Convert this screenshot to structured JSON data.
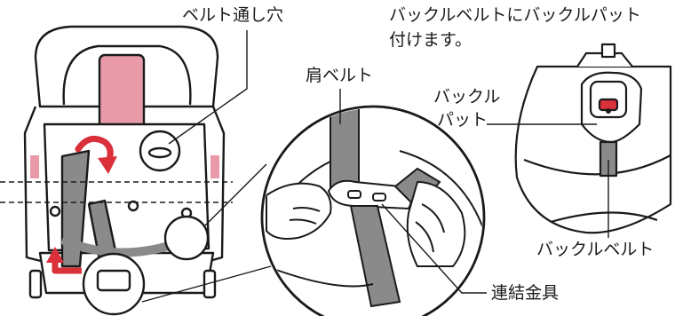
{
  "labels": {
    "belt_slot": "ベルト通し穴",
    "instruction_line1": "バックルベルトにバックルパット",
    "instruction_line2": "付けます。",
    "shoulder_belt": "肩ベルト",
    "buckle_pad_line1": "バックル",
    "buckle_pad_line2": "パット",
    "buckle_belt": "バックルベルト",
    "connector": "連結金具"
  },
  "colors": {
    "line": "#1a1a1a",
    "belt_gray": "#8a8a8a",
    "accent_red": "#d9303a",
    "pad_pink": "#e89aa8"
  }
}
